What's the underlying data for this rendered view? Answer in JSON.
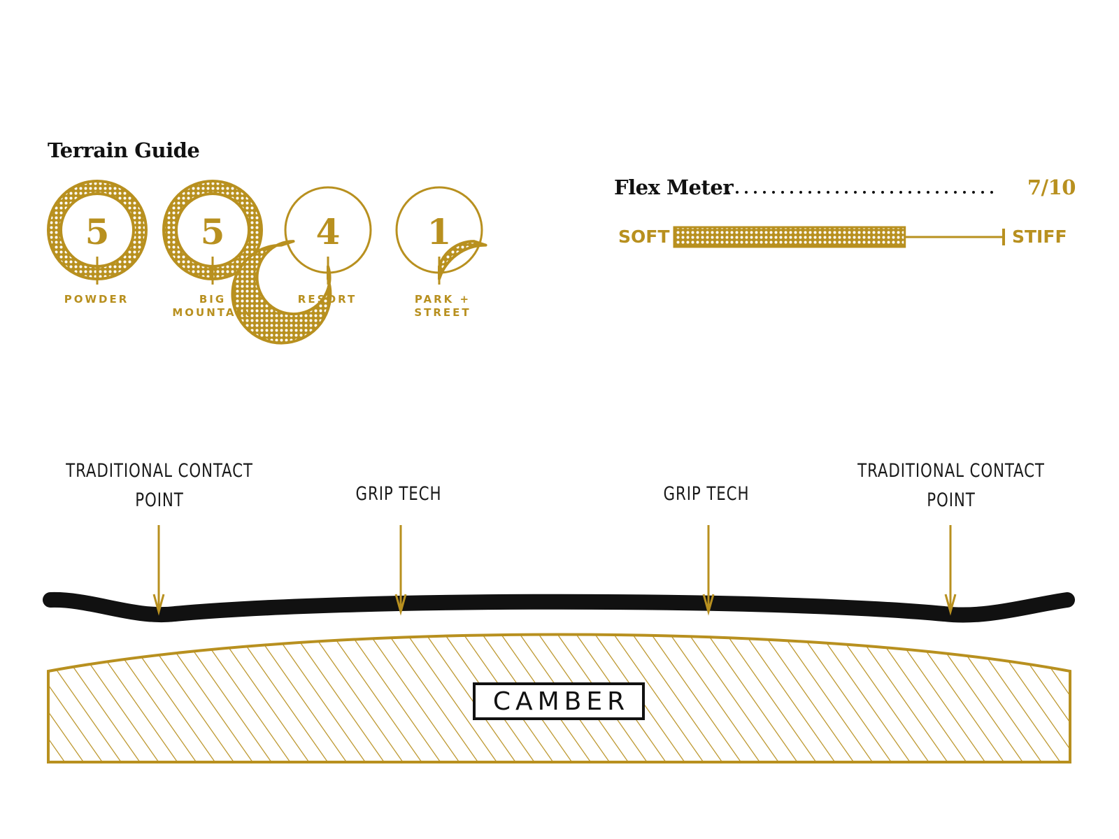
{
  "colors": {
    "gold": "#b8901f",
    "black": "#111111"
  },
  "terrain_guide": {
    "title": "Terrain Guide",
    "max": 5,
    "items": [
      {
        "label": "POWDER",
        "value": 5
      },
      {
        "label": "BIG\nMOUNTAIN",
        "value": 5
      },
      {
        "label": "RESORT",
        "value": 4
      },
      {
        "label": "PARK +\nSTREET",
        "value": 1
      }
    ]
  },
  "flex_meter": {
    "title": "Flex Meter",
    "value_text": "7/10",
    "value": 7,
    "max": 10,
    "soft_label": "SOFT",
    "stiff_label": "STIFF"
  },
  "profile": {
    "callouts": [
      {
        "text": "TRADITIONAL CONTACT\nPOINT"
      },
      {
        "text": "GRIP TECH"
      },
      {
        "text": "GRIP TECH"
      },
      {
        "text": "TRADITIONAL CONTACT\nPOINT"
      }
    ],
    "camber_label": "CAMBER"
  }
}
